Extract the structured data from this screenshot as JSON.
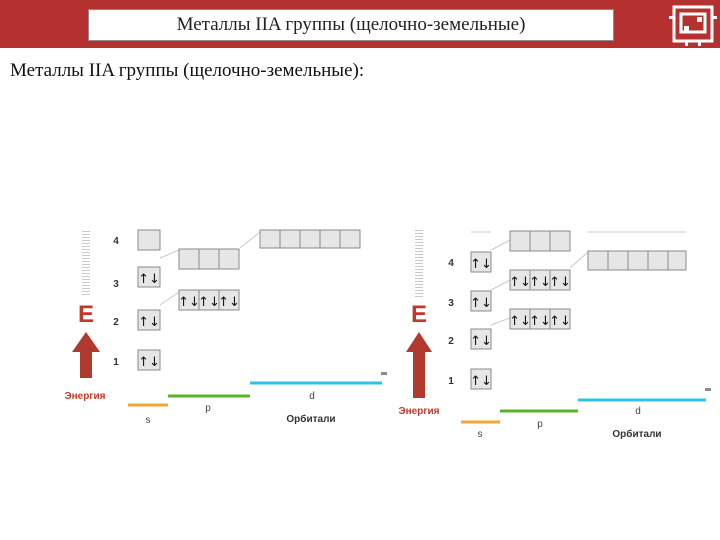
{
  "header": {
    "title": "Металлы IIA группы (щелочно-земельные)"
  },
  "subtitle": "Металлы IIA группы (щелочно-земельные):",
  "colors": {
    "header_bar": "#b5312f",
    "energy_label": "#c0392b",
    "arrow": "#b03a2e",
    "s_line": "#f0a73a",
    "p_line": "#58b32a",
    "d_line": "#2ec3e6",
    "cell_fill": "#e6e6e6",
    "cell_border": "#8a8a8a"
  },
  "logo": {
    "icon": "robot-logo-icon"
  },
  "diagrams": [
    {
      "energy_symbol": "E",
      "energy_label": "Энергия",
      "orbitals_label": "Орбитали",
      "s_label": "s",
      "p_label": "p",
      "d_label": "d",
      "levels": [
        "4",
        "3",
        "2",
        "1"
      ],
      "s_cells": [
        [
          "↑↓"
        ],
        [
          "↑↓"
        ],
        [
          "↑↓"
        ],
        [
          ""
        ]
      ],
      "p_rows": [
        [
          "↑↓",
          "↑↓",
          "↑↓"
        ],
        [
          "",
          "",
          ""
        ]
      ],
      "d_rows": [
        [
          "",
          "",
          "",
          "",
          ""
        ]
      ]
    },
    {
      "energy_symbol": "E",
      "energy_label": "Энергия",
      "orbitals_label": "Орбитали",
      "s_label": "s",
      "p_label": "p",
      "d_label": "d",
      "levels": [
        "4",
        "3",
        "2",
        "1"
      ],
      "s_cells": [
        [
          "↑↓"
        ],
        [
          "↑↓"
        ],
        [
          "↑↓"
        ],
        [
          "↑↓"
        ]
      ],
      "p_rows": [
        [
          "↑↓",
          "↑↓",
          "↑↓"
        ],
        [
          "↑↓",
          "↑↓",
          "↑↓"
        ],
        [
          "",
          "",
          ""
        ]
      ],
      "d_rows": [
        [
          "",
          "",
          "",
          "",
          ""
        ]
      ]
    }
  ]
}
